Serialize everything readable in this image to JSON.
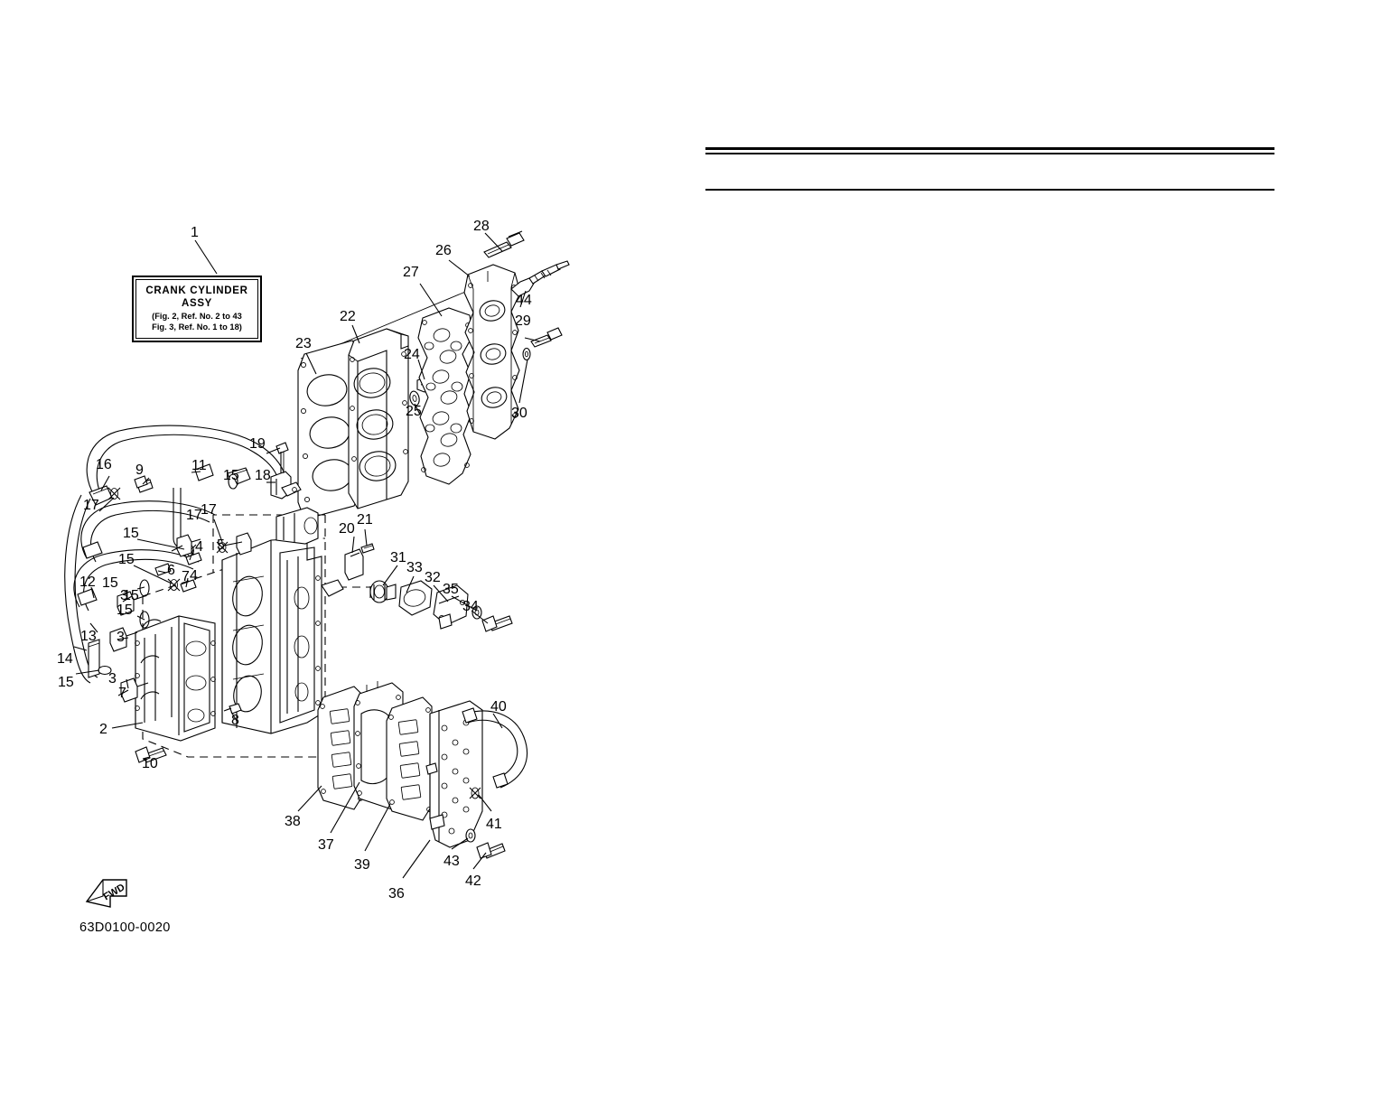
{
  "document": {
    "drawing_number": "63D0100-0020",
    "orientation_marker": "FWD"
  },
  "title_box": {
    "line1": "CRANK CYLINDER",
    "line2": "ASSY",
    "line3": "(Fig. 2, Ref. No. 2 to 43",
    "line4": "Fig. 3, Ref. No. 1 to 18)"
  },
  "callouts": [
    {
      "id": "1",
      "label": "1"
    },
    {
      "id": "2",
      "label": "2"
    },
    {
      "id": "3a",
      "label": "3"
    },
    {
      "id": "3b",
      "label": "3"
    },
    {
      "id": "3c",
      "label": "3"
    },
    {
      "id": "4a",
      "label": "4"
    },
    {
      "id": "4b",
      "label": "4"
    },
    {
      "id": "5",
      "label": "5"
    },
    {
      "id": "6",
      "label": "6"
    },
    {
      "id": "7a",
      "label": "7"
    },
    {
      "id": "7b",
      "label": "7"
    },
    {
      "id": "8",
      "label": "8"
    },
    {
      "id": "9",
      "label": "9"
    },
    {
      "id": "10",
      "label": "10"
    },
    {
      "id": "11",
      "label": "11"
    },
    {
      "id": "12",
      "label": "12"
    },
    {
      "id": "13",
      "label": "13"
    },
    {
      "id": "14",
      "label": "14"
    },
    {
      "id": "15a",
      "label": "15"
    },
    {
      "id": "15b",
      "label": "15"
    },
    {
      "id": "15c",
      "label": "15"
    },
    {
      "id": "15d",
      "label": "15"
    },
    {
      "id": "15e",
      "label": "15"
    },
    {
      "id": "15f",
      "label": "15"
    },
    {
      "id": "15g",
      "label": "15"
    },
    {
      "id": "16",
      "label": "16"
    },
    {
      "id": "17a",
      "label": "17"
    },
    {
      "id": "17b",
      "label": "17"
    },
    {
      "id": "17c",
      "label": "17"
    },
    {
      "id": "18",
      "label": "18"
    },
    {
      "id": "19",
      "label": "19"
    },
    {
      "id": "20",
      "label": "20"
    },
    {
      "id": "21",
      "label": "21"
    },
    {
      "id": "22",
      "label": "22"
    },
    {
      "id": "23",
      "label": "23"
    },
    {
      "id": "24",
      "label": "24"
    },
    {
      "id": "25",
      "label": "25"
    },
    {
      "id": "26",
      "label": "26"
    },
    {
      "id": "27",
      "label": "27"
    },
    {
      "id": "28",
      "label": "28"
    },
    {
      "id": "29",
      "label": "29"
    },
    {
      "id": "30",
      "label": "30"
    },
    {
      "id": "31",
      "label": "31"
    },
    {
      "id": "32",
      "label": "32"
    },
    {
      "id": "33",
      "label": "33"
    },
    {
      "id": "34",
      "label": "34"
    },
    {
      "id": "35",
      "label": "35"
    },
    {
      "id": "36",
      "label": "36"
    },
    {
      "id": "37",
      "label": "37"
    },
    {
      "id": "38",
      "label": "38"
    },
    {
      "id": "39",
      "label": "39"
    },
    {
      "id": "40",
      "label": "40"
    },
    {
      "id": "41",
      "label": "41"
    },
    {
      "id": "42",
      "label": "42"
    },
    {
      "id": "43",
      "label": "43"
    },
    {
      "id": "44",
      "label": "44"
    }
  ],
  "colors": {
    "ink": "#000000",
    "paper": "#ffffff"
  }
}
